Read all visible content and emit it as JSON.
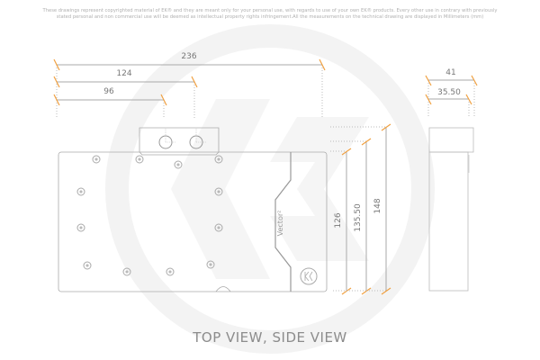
{
  "disclaimer": {
    "line1": "These drawings represent copyrighted material of EK® and they are meant only for your personal use, with regards to use of  your own EK® products. Every other use in contrary with previously",
    "line2": "stated personal and non commercial use will be deemed as intellectual property rights infringement.All the measurements on the technical drawing are displayed in Millimeters (mm)"
  },
  "title": "TOP VIEW, SIDE VIEW",
  "units": "mm",
  "watermark": "ek-logo-icon",
  "top_view": {
    "dimensions_horizontal": [
      {
        "label": "236",
        "value": 236
      },
      {
        "label": "124",
        "value": 124
      },
      {
        "label": "96",
        "value": 96
      }
    ],
    "dimensions_vertical": [
      {
        "label": "126",
        "value": 126
      },
      {
        "label": "135.50",
        "value": 135.5
      },
      {
        "label": "148",
        "value": 148
      }
    ],
    "block_label": "Vector²",
    "logo": "ek-logo-icon",
    "ports": 2,
    "screws": 13
  },
  "side_view": {
    "dimensions_horizontal": [
      {
        "label": "41",
        "value": 41
      },
      {
        "label": "35.50",
        "value": 35.5
      }
    ]
  },
  "colors": {
    "dimension_tick": "#f0a040",
    "line": "#999999",
    "text": "#777777",
    "watermark": "#f2f2f2"
  }
}
